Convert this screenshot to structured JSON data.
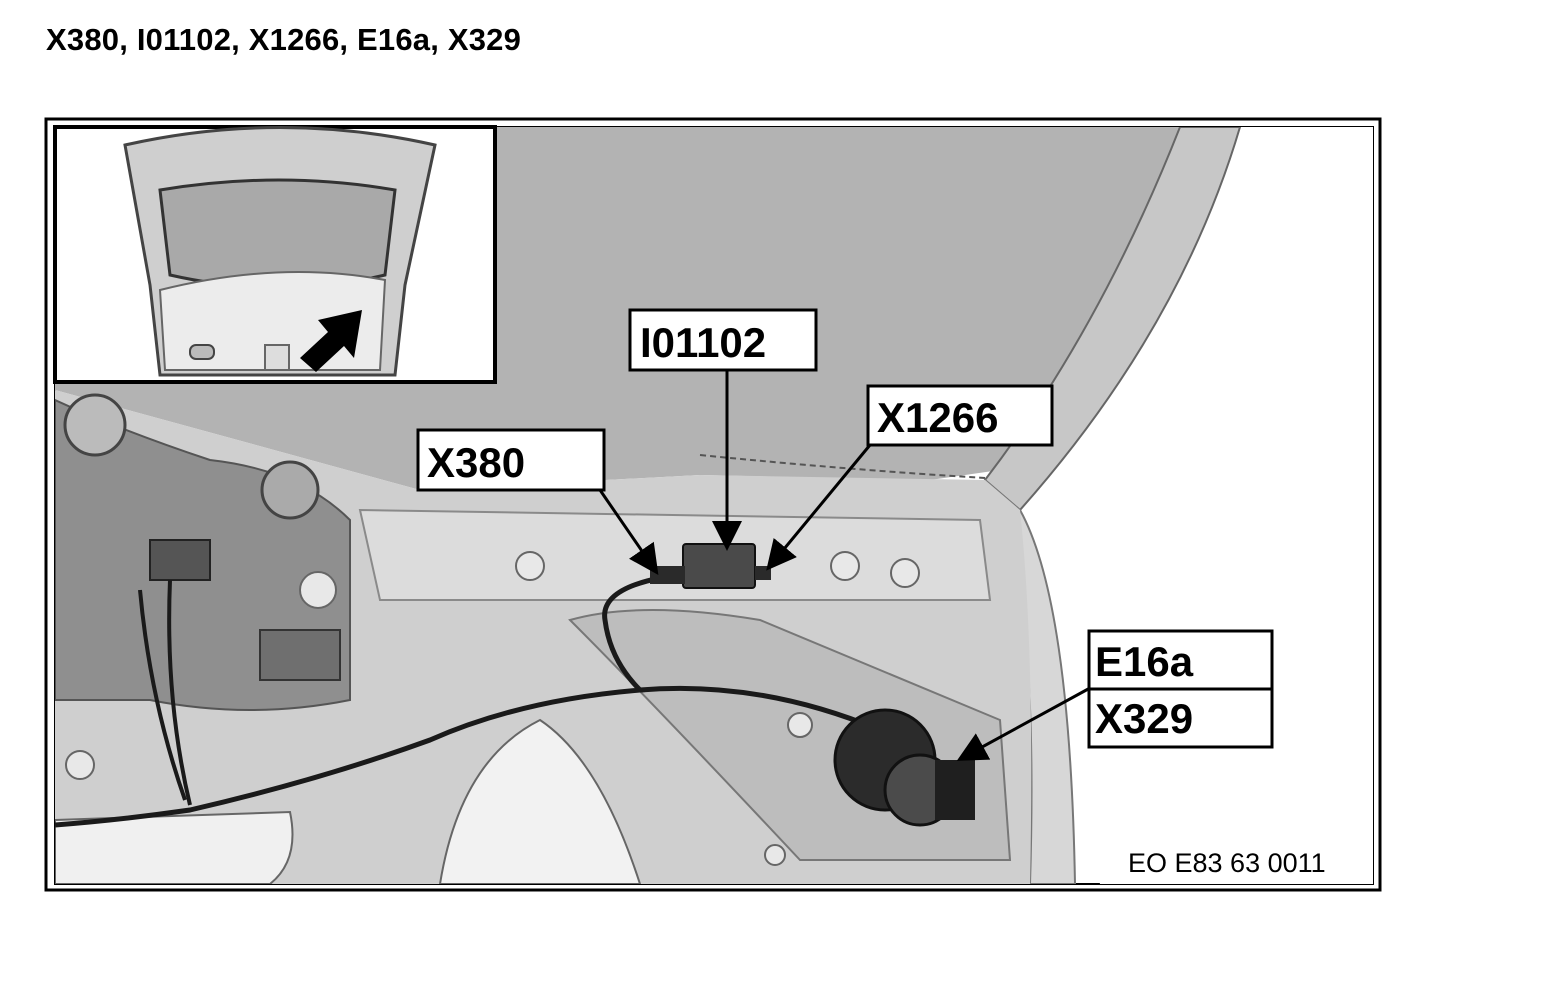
{
  "title": "X380, I01102, X1266, E16a, X329",
  "callouts": {
    "i01102": "I01102",
    "x1266": "X1266",
    "x380": "X380",
    "e16a": "E16a",
    "x329": "X329"
  },
  "figure_ref": "EO E83 63 0011",
  "colors": {
    "headliner": "#b3b3b3",
    "panel": "#cfcfcf",
    "frame": "#000000"
  },
  "inset": {
    "arrow_icon": "locator-arrow-icon"
  }
}
